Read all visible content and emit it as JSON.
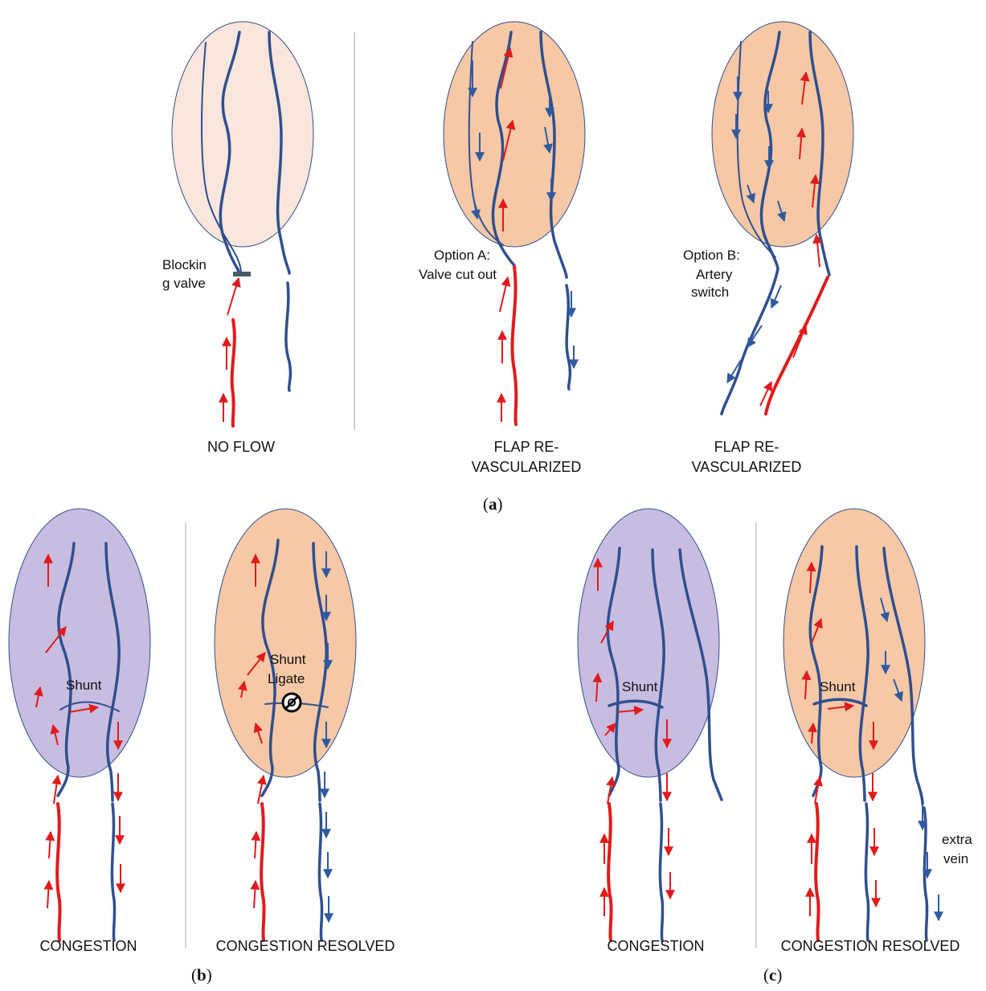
{
  "panel_a": {
    "panel_label": "a",
    "blocking_valve": [
      "Blockin",
      "g valve"
    ],
    "option_a": [
      "Option A:",
      "Valve cut out"
    ],
    "option_b": [
      "Option B:",
      "Artery",
      "switch"
    ],
    "caption_no_flow": "NO FLOW",
    "caption_revasc_a": [
      "FLAP RE-",
      "VASCULARIZED"
    ],
    "caption_revasc_b": [
      "FLAP RE-",
      "VASCULARIZED"
    ]
  },
  "panel_b": {
    "panel_label": "b",
    "shunt": "Shunt",
    "shunt_ligate": [
      "Shunt",
      "Ligate"
    ],
    "caption_congestion": "CONGESTION",
    "caption_resolved": "CONGESTION RESOLVED"
  },
  "panel_c": {
    "panel_label": "c",
    "shunt_left": "Shunt",
    "shunt_right": "Shunt",
    "extra_vein": [
      "extra",
      "vein"
    ],
    "caption_congestion": "CONGESTION",
    "caption_resolved": "CONGESTION RESOLVED"
  },
  "colors": {
    "flap_no_flow": "#f9e6dc",
    "flap_perfused": "#f6c8a6",
    "flap_congested": "#c8bde0",
    "artery": "#e11b1b",
    "vein": "#2f4f8f"
  }
}
